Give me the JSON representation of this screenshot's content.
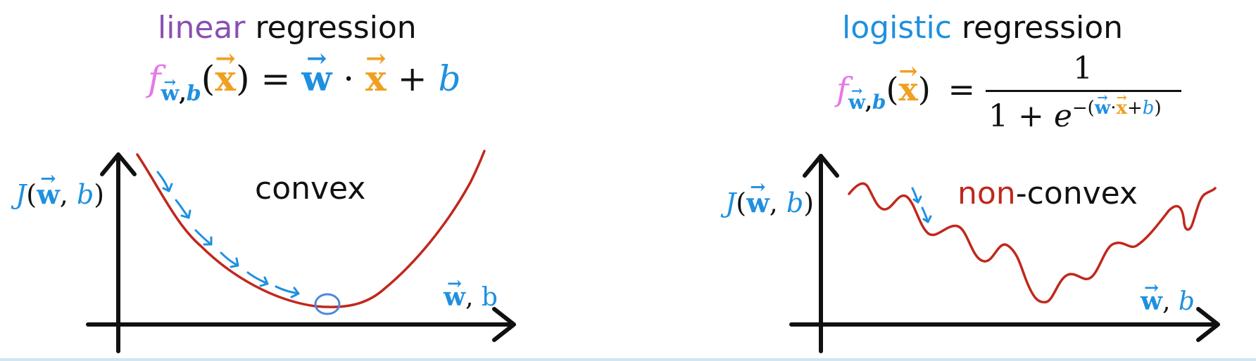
{
  "colors": {
    "purple": "#8a4fb3",
    "blue": "#1e90e0",
    "orange": "#f0a020",
    "pink": "#e878e8",
    "red": "#c0281c",
    "black": "#111111",
    "circle": "#4f86e0"
  },
  "left": {
    "title_highlight": "linear",
    "title_rest": " regression",
    "formula": {
      "f": "f",
      "sub_w": "w",
      "sub_comma": ",",
      "sub_b": "b",
      "open": "(",
      "x": "x",
      "close": ")",
      "eq": " = ",
      "w": "w",
      "dot": " · ",
      "x2": "x",
      "plus": " + ",
      "b": "b"
    },
    "ylabel": {
      "J": "J",
      "open": "(",
      "w": "w",
      "comma": ", ",
      "b": "b",
      "close": ")"
    },
    "xlabel": {
      "w": "w",
      "comma": ", ",
      "b": "b"
    },
    "curve_label": "convex"
  },
  "right": {
    "title_highlight": "logistic",
    "title_rest": " regression",
    "formula": {
      "f": "f",
      "sub_w": "w",
      "sub_comma": ",",
      "sub_b": "b",
      "open": "(",
      "x": "x",
      "close": ")",
      "eq": "=",
      "numerator": "1",
      "den_prefix": "1 + ",
      "e": "e",
      "exp_minus": "−(",
      "exp_w": "w",
      "exp_dot": "·",
      "exp_x": "x",
      "exp_plus": "+",
      "exp_b": "b",
      "exp_close": ")"
    },
    "ylabel": {
      "J": "J",
      "open": "(",
      "w": "w",
      "comma": ", ",
      "b": "b",
      "close": ")"
    },
    "xlabel": {
      "w": "w",
      "comma": ", ",
      "b": "b"
    },
    "curve_label_highlight": "non",
    "curve_label_rest": "-convex"
  }
}
